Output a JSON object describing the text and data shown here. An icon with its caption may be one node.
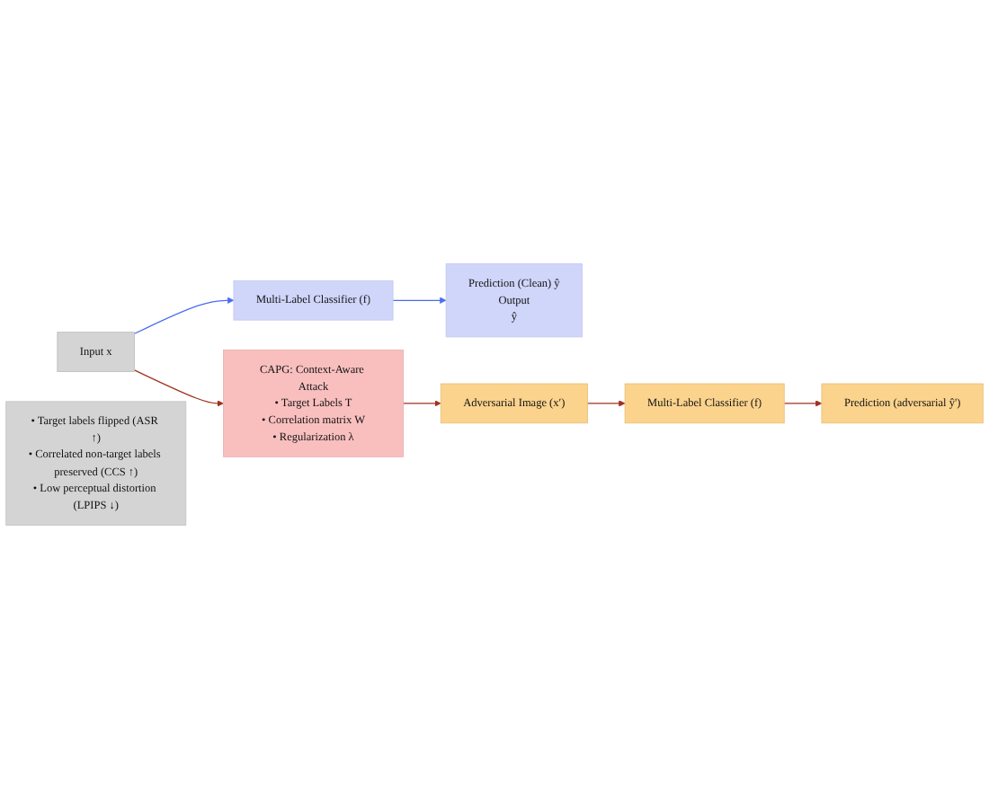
{
  "diagram": {
    "nodes": [
      {
        "text": [
          "Input x"
        ]
      },
      {
        "text": [
          "Multi-Label Classifier (f)"
        ]
      },
      {
        "text": [
          "Prediction (Clean) ŷ",
          "Output",
          "ŷ"
        ]
      },
      {
        "text": [
          "CAPG: Context-Aware Attack",
          "• Target Labels T",
          "• Correlation matrix W",
          "• Regularization λ"
        ]
      },
      {
        "text": [
          "Adversarial Image (x′)"
        ]
      },
      {
        "text": [
          "• Target labels flipped (ASR ↑)",
          "• Correlated non-target labels preserved (CCS ↑)",
          "• Low perceptual distortion (LPIPS ↓)"
        ]
      },
      {
        "text": [
          "Prediction (adversarial ŷ')"
        ]
      },
      {
        "text": [
          "Multi-Label Classifier (f)"
        ]
      }
    ],
    "edges": [
      {
        "from": 0,
        "to": 1,
        "arrow": "to",
        "color": "#4a6cf0"
      },
      {
        "from": 1,
        "to": 2,
        "arrow": "to",
        "color": "#4a6cf0"
      },
      {
        "from": 0,
        "to": 3,
        "arrow": "to"
      },
      {
        "from": 3,
        "to": 4,
        "arrow": "to"
      },
      {
        "from": 4,
        "to": 7,
        "arrow": "to"
      },
      {
        "from": 7,
        "to": 6,
        "arrow": "to"
      }
    ]
  }
}
